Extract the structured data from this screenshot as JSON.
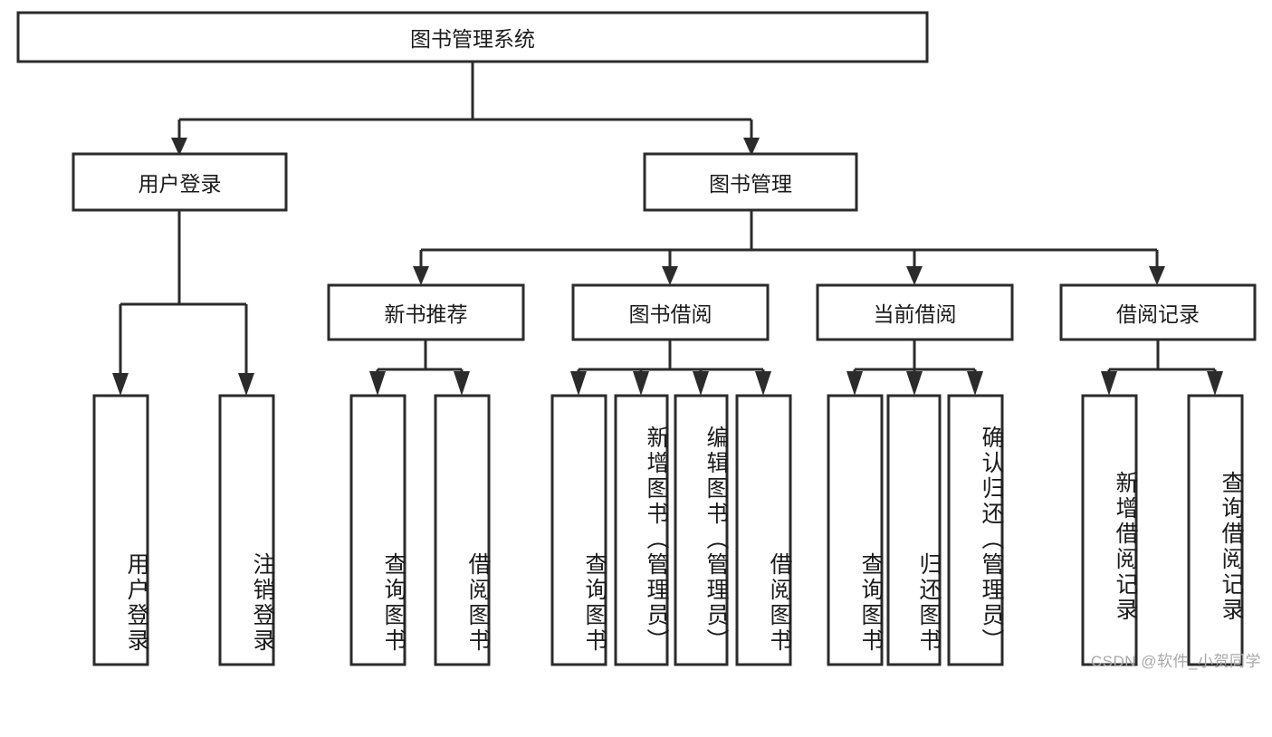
{
  "diagram": {
    "type": "tree-hierarchy",
    "title": "图书管理系统",
    "watermark": "CSDN @软件_小贺同学",
    "colors": {
      "background": "#ffffff",
      "box_stroke": "#2b2b2b",
      "box_fill": "#ffffff",
      "text": "#1b1b1b",
      "connector": "#2b2b2b",
      "watermark": "#a8a8a8"
    },
    "levels": {
      "level0": [
        {
          "id": "root",
          "label": "图书管理系统",
          "orientation": "horizontal"
        }
      ],
      "level1": [
        {
          "id": "user-login",
          "label": "用户登录",
          "orientation": "horizontal",
          "parent": "root"
        },
        {
          "id": "book-manage",
          "label": "图书管理",
          "orientation": "horizontal",
          "parent": "root"
        }
      ],
      "level2": [
        {
          "id": "new-book-rec",
          "label": "新书推荐",
          "orientation": "horizontal",
          "parent": "book-manage"
        },
        {
          "id": "book-borrow",
          "label": "图书借阅",
          "orientation": "horizontal",
          "parent": "book-manage"
        },
        {
          "id": "current-borrow",
          "label": "当前借阅",
          "orientation": "horizontal",
          "parent": "book-manage"
        },
        {
          "id": "borrow-record",
          "label": "借阅记录",
          "orientation": "horizontal",
          "parent": "book-manage"
        }
      ],
      "level3": [
        {
          "id": "leaf-user-login",
          "label": "用户登录",
          "orientation": "vertical",
          "parent": "user-login"
        },
        {
          "id": "leaf-user-logout",
          "label": "注销登录",
          "orientation": "vertical",
          "parent": "user-login"
        },
        {
          "id": "leaf-rec-query",
          "label": "查询图书",
          "orientation": "vertical",
          "parent": "new-book-rec"
        },
        {
          "id": "leaf-rec-borrow",
          "label": "借阅图书",
          "orientation": "vertical",
          "parent": "new-book-rec"
        },
        {
          "id": "leaf-borrow-query",
          "label": "查询图书",
          "orientation": "vertical",
          "parent": "book-borrow"
        },
        {
          "id": "leaf-borrow-add",
          "label": "新增图书（管理员）",
          "orientation": "vertical",
          "parent": "book-borrow"
        },
        {
          "id": "leaf-borrow-edit",
          "label": "编辑图书（管理员）",
          "orientation": "vertical",
          "parent": "book-borrow"
        },
        {
          "id": "leaf-borrow-lend",
          "label": "借阅图书",
          "orientation": "vertical",
          "parent": "book-borrow"
        },
        {
          "id": "leaf-cur-query",
          "label": "查询图书",
          "orientation": "vertical",
          "parent": "current-borrow"
        },
        {
          "id": "leaf-cur-return",
          "label": "归还图书",
          "orientation": "vertical",
          "parent": "current-borrow"
        },
        {
          "id": "leaf-cur-confirm",
          "label": "确认归还（管理员）",
          "orientation": "vertical",
          "parent": "current-borrow"
        },
        {
          "id": "leaf-rec-add",
          "label": "新增借阅记录",
          "orientation": "vertical",
          "parent": "borrow-record"
        },
        {
          "id": "leaf-rec-search",
          "label": "查询借阅记录",
          "orientation": "vertical",
          "parent": "borrow-record"
        }
      ]
    }
  }
}
